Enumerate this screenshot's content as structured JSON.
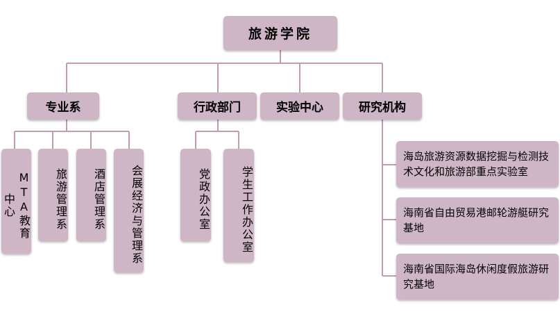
{
  "root": "旅游学院",
  "level1": {
    "dept": "专业系",
    "admin": "行政部门",
    "lab": "实验中心",
    "research": "研究机构"
  },
  "departments": [
    "MTA教育中心",
    "旅游管理系",
    "酒店管理系",
    "会展经济与管理系"
  ],
  "admin_units": [
    "党政办公室",
    "学生工作办公室"
  ],
  "research_units": [
    "海岛旅游资源数据挖掘与检测技术文化和旅游部重点实验室",
    "海南省自由贸易港邮轮游艇研究基地",
    "海南省国际海岛休闲度假旅游研究基地"
  ],
  "colors": {
    "box": "#cfb6c6",
    "line": "#c49aae"
  }
}
